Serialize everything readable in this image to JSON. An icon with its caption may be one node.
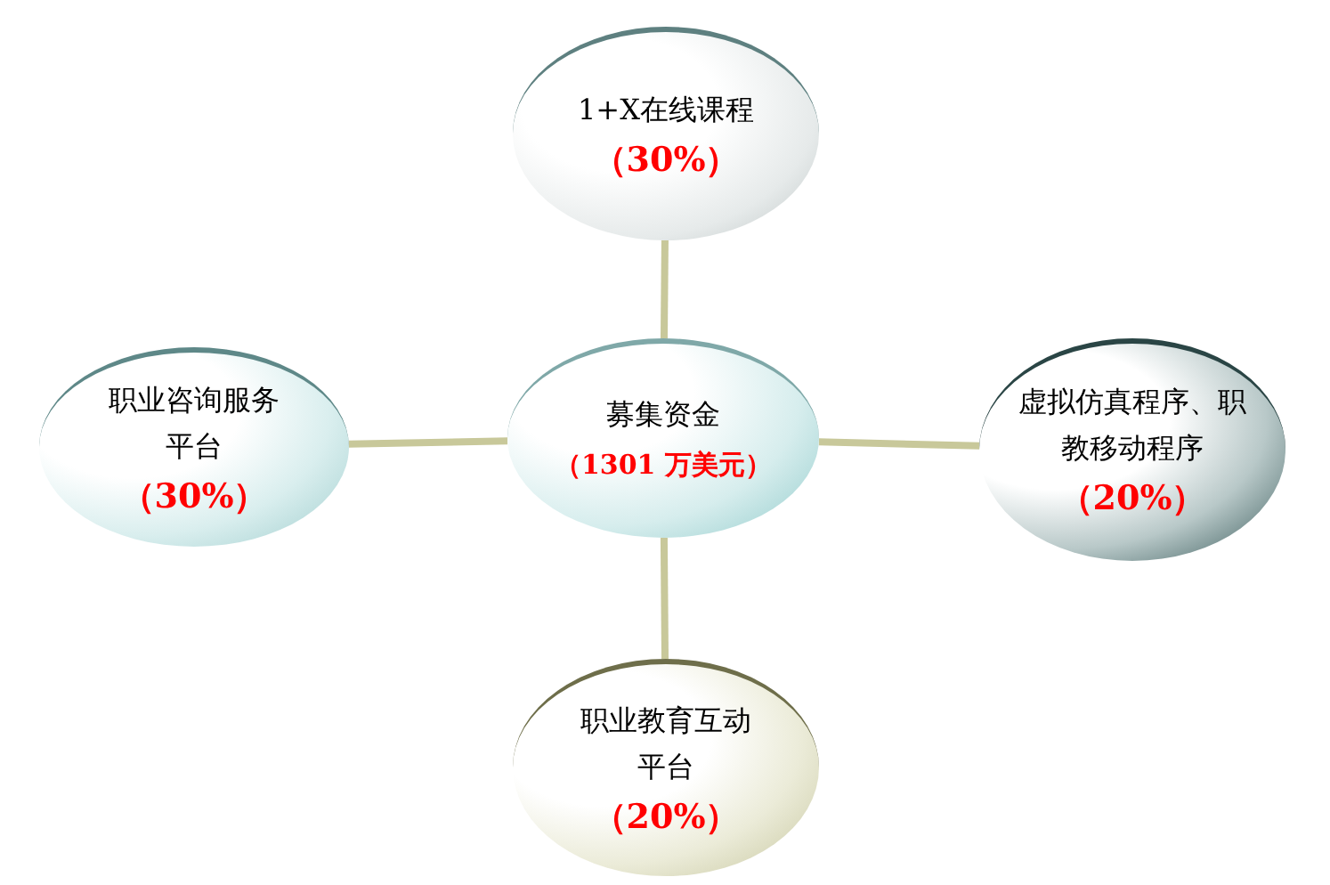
{
  "diagram": {
    "nodes": [
      {
        "text": [
          "募集资金",
          "（1301 万美元）"
        ]
      },
      {
        "text": [
          "1+X在线课程",
          "（30%）"
        ]
      },
      {
        "text": [
          "职业咨询服务平台",
          "（30%）"
        ]
      },
      {
        "text": [
          "虚拟仿真程序、职教移动程序",
          "（20%）"
        ]
      },
      {
        "text": [
          "职业教育互动平台",
          "（20%）"
        ]
      }
    ],
    "edges": [
      {
        "from": 0,
        "to": 1,
        "arrow": "none"
      },
      {
        "from": 0,
        "to": 2,
        "arrow": "none"
      },
      {
        "from": 0,
        "to": 3,
        "arrow": "none"
      },
      {
        "from": 0,
        "to": 4,
        "arrow": "none"
      }
    ]
  }
}
